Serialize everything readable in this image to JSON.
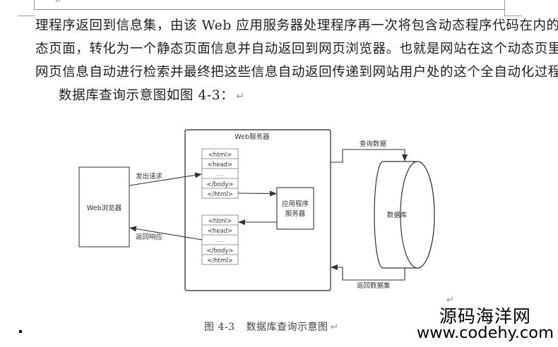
{
  "document": {
    "header_mark": "↵",
    "paragraph_lines": [
      "理程序返回到信息集，由该 Web 应用服务器处理程序再一次将包含动态程序代码在内的动",
      "态页面，转化为一个静态页面信息并自动返回到网页浏览器。也就是网站在这个动态页里对",
      "网页信息自动进行检索并最终把这些信息自动返回传递到网站用户处的这个全自动化过程。"
    ],
    "paragraph_end_mark": "↵",
    "intro_line": "数据库查询示意图如图 4-3：",
    "intro_end_mark": "↵",
    "caption_number": "图 4-3",
    "caption_text": "数据库查询示意图",
    "caption_end_mark": "↵",
    "stray_mark": "↵"
  },
  "diagram": {
    "browser_label": "Web浏览器",
    "server_label": "Web服务器",
    "app_server_label_line1": "应用程序",
    "app_server_label_line2": "服务器",
    "database_label": "数据库",
    "request_label": "发出请求",
    "response_label": "返回响应",
    "query_label": "查询数据",
    "result_label": "返回数据集",
    "html_stack_top": [
      "<html>",
      "<head>",
      "......",
      "</body>",
      "</html>"
    ],
    "html_stack_bottom": [
      "<html>",
      "<head>",
      "......",
      "</body>",
      "</html>"
    ]
  },
  "watermark": {
    "line1": "源码海洋网",
    "line2": "www.codehy.com"
  }
}
